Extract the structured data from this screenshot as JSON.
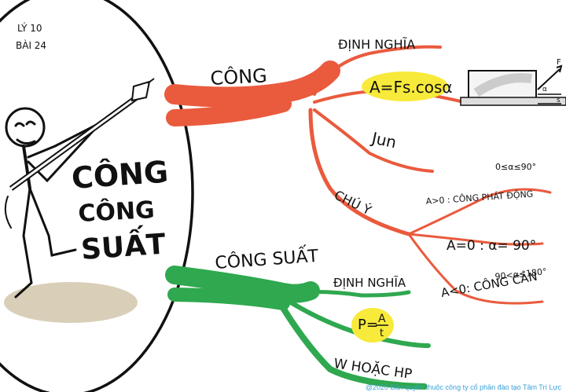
{
  "header": {
    "subject": "LÝ 10",
    "lesson": "BÀI 24"
  },
  "circle_title": {
    "line1": "CÔNG",
    "line2": "CÔNG",
    "line3": "SUẤT"
  },
  "branch_cong": {
    "title": "CÔNG",
    "color": "#ea5a3d",
    "definition_label": "ĐỊNH NGHĨA",
    "formula": "A=Fs.cosα",
    "unit": "Jun",
    "note_label": "CHÚ Ý",
    "notes": [
      {
        "condition": "0≤α≤90°",
        "text": "A>0 : CÔNG PHÁT ĐỘNG"
      },
      {
        "condition": "",
        "text": "A=0 : α= 90°"
      },
      {
        "condition": "90<α≤180°",
        "text": "A<0: CÔNG CẢN"
      }
    ],
    "diagram_labels": {
      "force": "F",
      "angle": "α",
      "displacement": "s"
    }
  },
  "branch_cong_suat": {
    "title": "CÔNG SUẤT",
    "color": "#2fa84f",
    "definition_label": "ĐỊNH NGHĨA",
    "formula_left": "P=",
    "formula_num": "A",
    "formula_den": "t",
    "unit": "W HOẶC HP"
  },
  "highlight_color": "#f7ea3a",
  "footer": "@2020 Bản quyền thuộc công ty cổ phần đào tạo Tâm Trí Lực"
}
